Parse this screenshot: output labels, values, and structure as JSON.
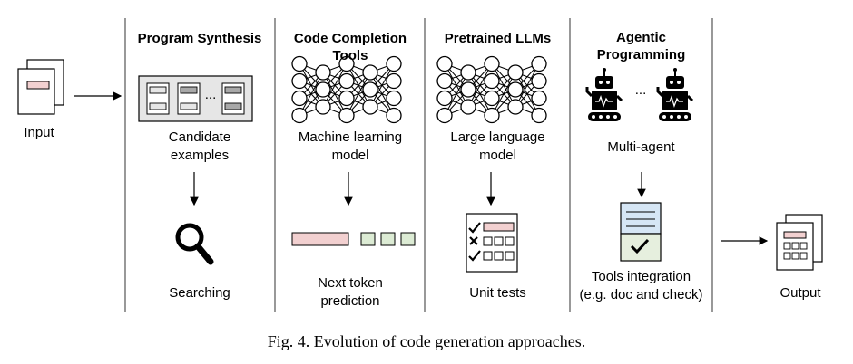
{
  "diagram": {
    "input_label": "Input",
    "output_label": "Output",
    "stages": [
      {
        "title": "Program Synthesis",
        "top_label": "Candidate\nexamples",
        "bottom_label": "Searching"
      },
      {
        "title": "Code Completion\nTools",
        "top_label": "Machine learning\nmodel",
        "bottom_label": "Next token\nprediction"
      },
      {
        "title": "Pretrained LLMs",
        "top_label": "Large language\nmodel",
        "bottom_label": "Unit tests"
      },
      {
        "title": "Agentic\nProgramming",
        "top_label": "Multi-agent",
        "bottom_label": "Tools integration\n(e.g. doc and check)"
      }
    ],
    "ellipsis": "..."
  },
  "caption": "Fig. 4.  Evolution of code generation approaches.",
  "colors": {
    "pink": "#f2d0d0",
    "green": "#dcebd4",
    "gray_box": "#e6e6e6",
    "dark_gray": "#a8a8a8",
    "blue": "#d6e6f5",
    "light_green": "#e6efde"
  }
}
